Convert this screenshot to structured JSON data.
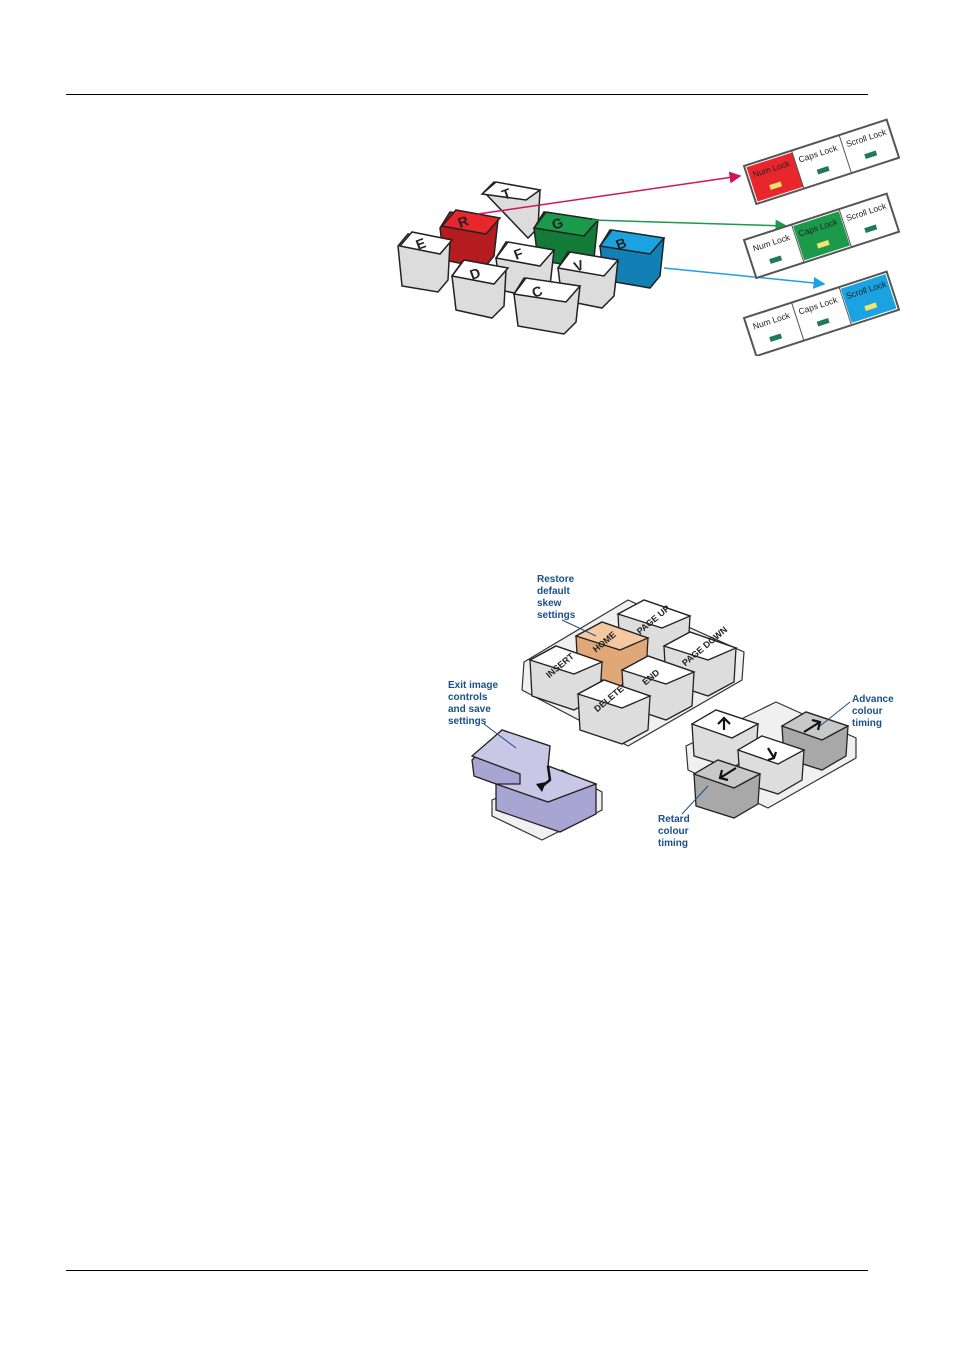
{
  "fig1": {
    "keys": {
      "e": "E",
      "r": "R",
      "t": "T",
      "d": "D",
      "f": "F",
      "g": "G",
      "c": "C",
      "v": "V",
      "b": "B"
    },
    "led_panels": [
      {
        "num": "Num Lock",
        "caps": "Caps Lock",
        "scroll": "Scroll Lock"
      },
      {
        "num": "Num Lock",
        "caps": "Caps Lock",
        "scroll": "Scroll Lock"
      },
      {
        "num": "Num Lock",
        "caps": "Caps Lock",
        "scroll": "Scroll Lock"
      }
    ],
    "colors": {
      "red": "#e8262b",
      "green": "#1a9a4a",
      "blue": "#1aa3e0",
      "led": "#1f7a5a"
    }
  },
  "fig2": {
    "keys": {
      "insert": "INSERT",
      "home": "HOME",
      "page_up": "PAGE UP",
      "delete": "DELETE",
      "end": "END",
      "page_down": "PAGE DOWN"
    },
    "callouts": {
      "restore": [
        "Restore",
        "default",
        "skew",
        "settings"
      ],
      "exit": [
        "Exit image",
        "controls",
        "and save",
        "settings"
      ],
      "advance": [
        "Advance",
        "colour",
        "timing"
      ],
      "retard": [
        "Retard",
        "colour",
        "timing"
      ]
    },
    "colors": {
      "home": "#f5c9a0",
      "enter": "#c9c6e6",
      "grey": "#c8c8c8",
      "callout": "#1a4f8a"
    }
  }
}
